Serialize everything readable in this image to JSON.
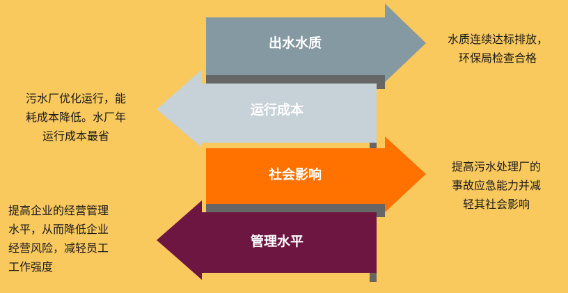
{
  "background": "#F9C95E",
  "arrows": [
    {
      "label": "出水水质",
      "direction": "right",
      "color": "#8599A2"
    },
    {
      "label": "运行成本",
      "direction": "left",
      "color": "#C6D2D8"
    },
    {
      "label": "社会影响",
      "direction": "right",
      "color": "#FF7200"
    },
    {
      "label": "管理水平",
      "direction": "left",
      "color": "#6E1642"
    }
  ],
  "descriptions": {
    "water_quality": "水质连续达标排放，\n环保局检查合格",
    "operating_cost": "污水厂优化运行，能\n耗成本降低。水厂年\n运行成本最省",
    "social_impact": "提高污水处理厂的\n事故应急能力并减\n轻其社会影响",
    "management": "提高企业的经营管理\n水平，从而降低企业\n经营风险，减轻员工\n工作强度"
  }
}
